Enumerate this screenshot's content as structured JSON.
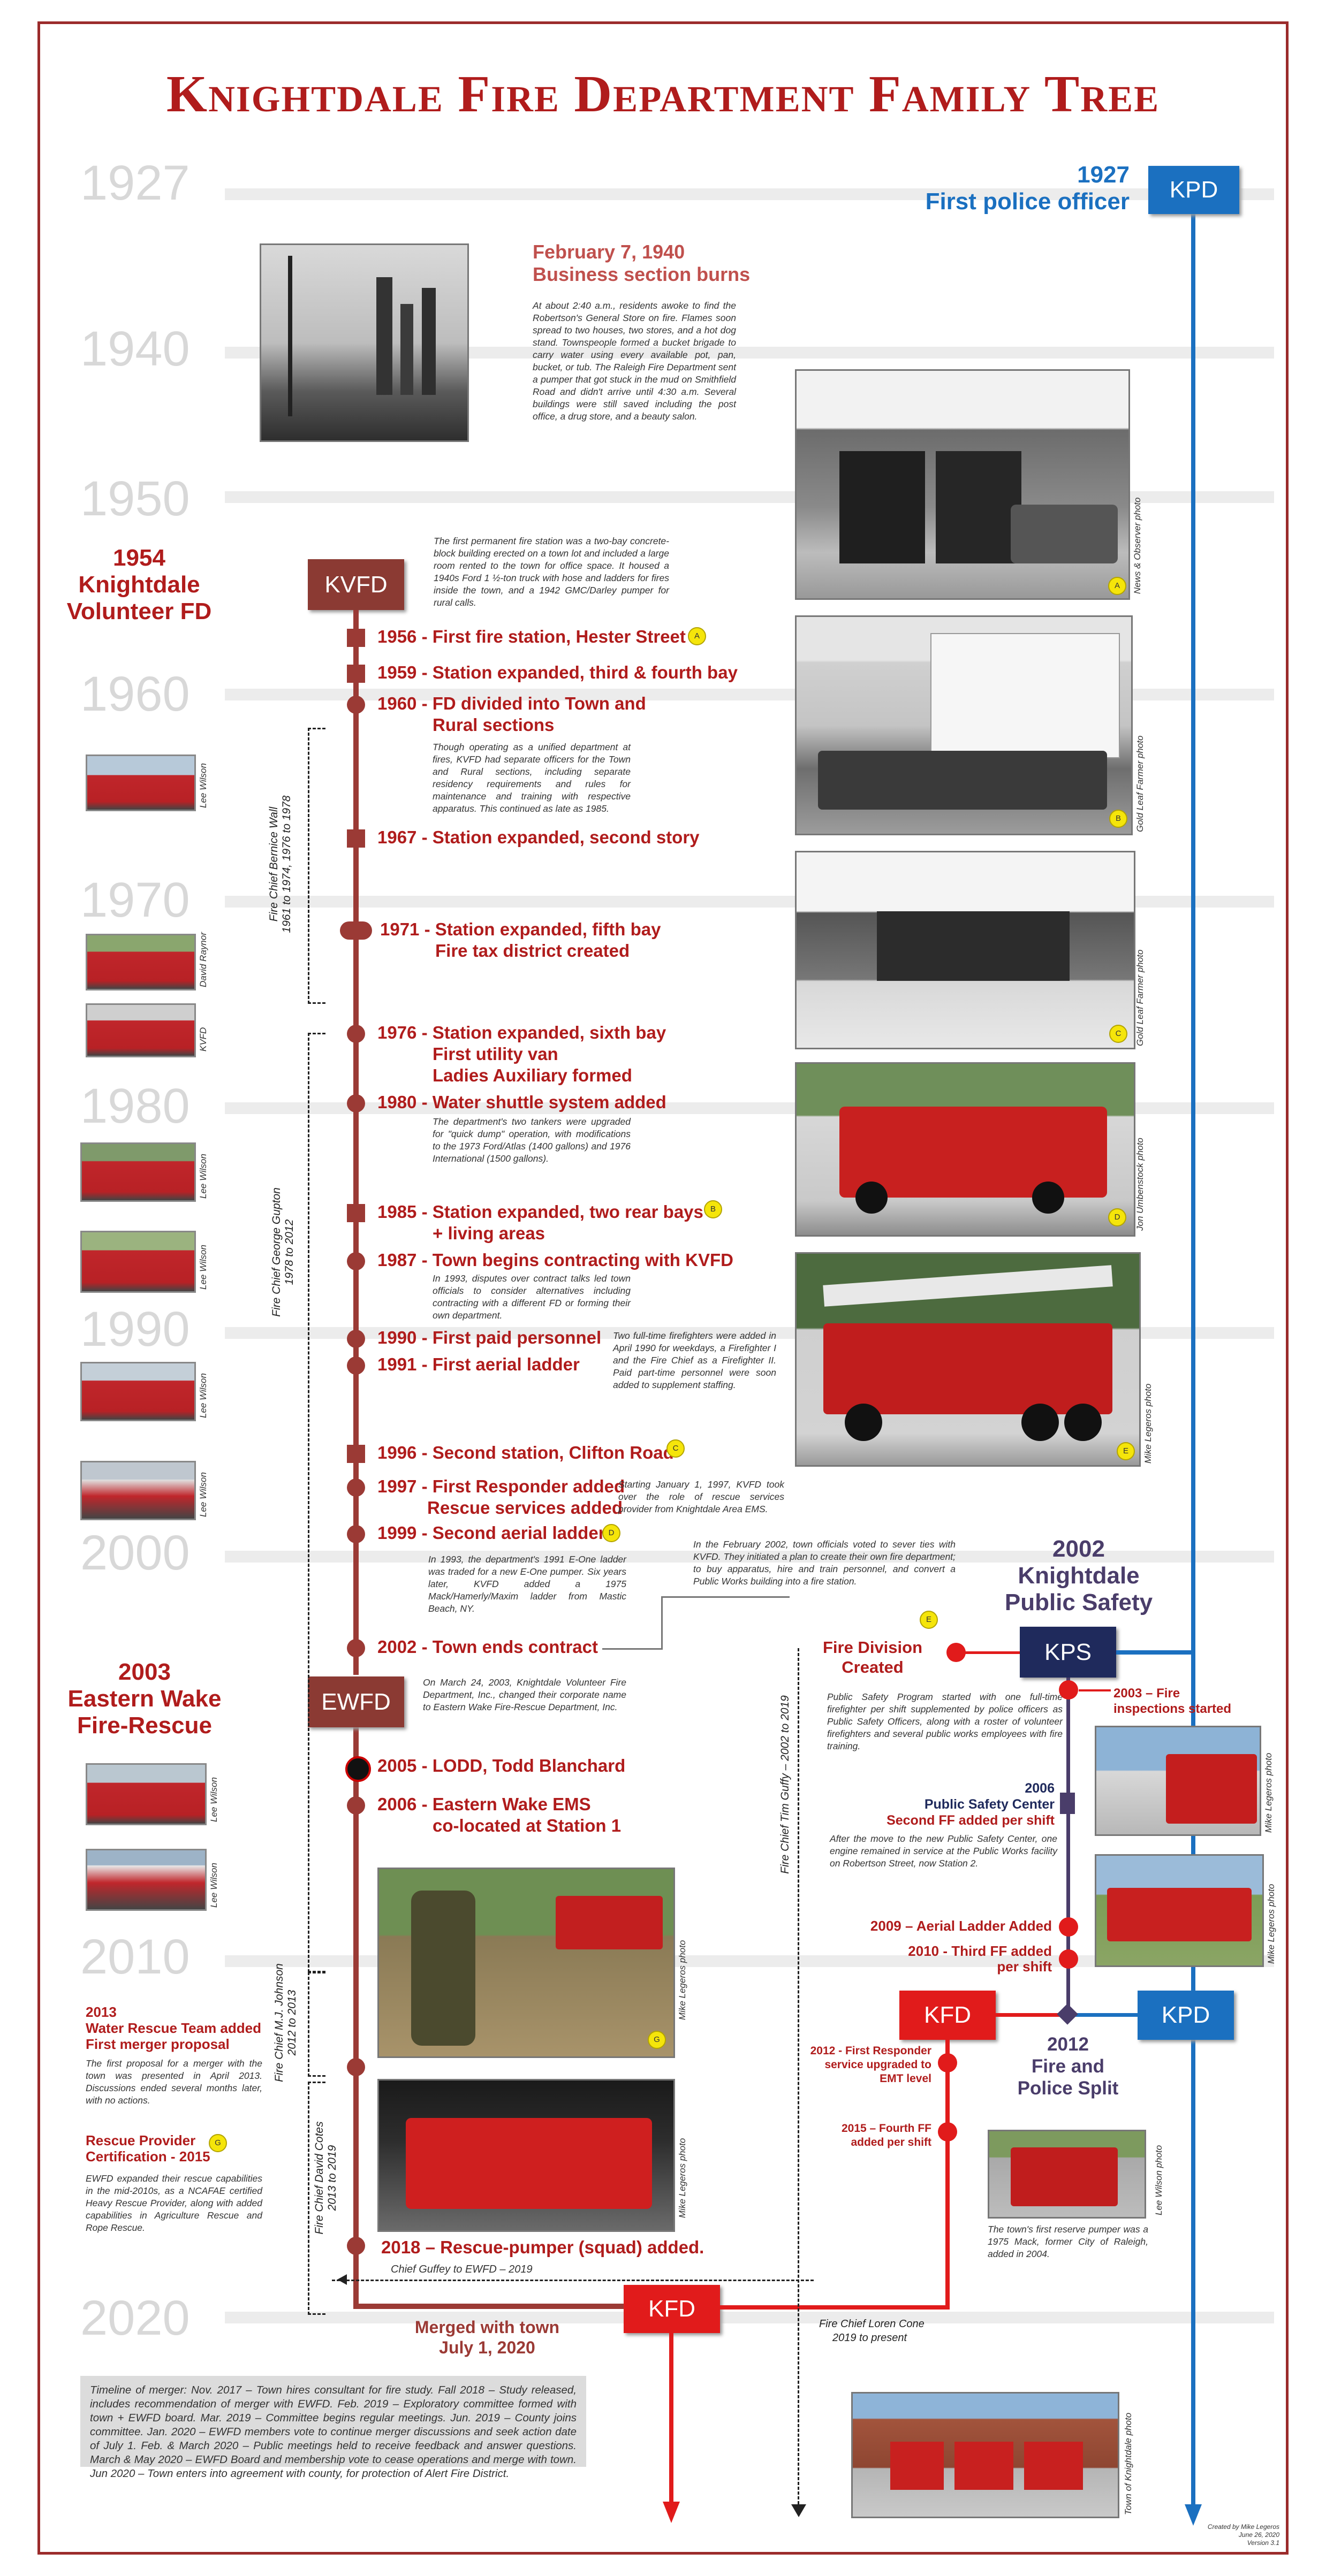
{
  "title": "Knightdale Fire Department Family Tree",
  "years": [
    "1927",
    "1940",
    "1950",
    "1960",
    "1970",
    "1980",
    "1990",
    "2000",
    "2010",
    "2020"
  ],
  "kpd_1927": {
    "box": "KPD",
    "year": "1927",
    "label": "First police officer"
  },
  "fire_1940": {
    "heading_date": "February 7, 1940",
    "heading": "Business section burns",
    "text": "At about 2:40 a.m., residents awoke to find the Robertson's General Store on fire. Flames soon spread to two houses, two stores, and a hot dog stand. Townspeople formed a bucket brigade to carry water using every available pot, pan, bucket, or tub. The Raleigh Fire Department sent a pumper that got stuck in the mud on Smithfield Road and didn't arrive until 4:30 a.m. Several buildings were still saved including the post office, a drug store, and a beauty salon."
  },
  "kvfd": {
    "year": "1954",
    "name": "Knightdale Volunteer FD",
    "box": "KVFD",
    "note": "The first permanent fire station was a two-bay concrete-block building erected on a town lot and included a large room rented to the town for office space. It housed a 1940s Ford 1 ½-ton truck with hose and ladders for fires inside the town, and a 1942 GMC/Darley pumper for rural calls."
  },
  "events": {
    "e1956": "1956 - First fire station, Hester Street",
    "e1959": "1959 - Station expanded, third & fourth bay",
    "e1960": "1960 - FD divided into Town and",
    "e1960b": "Rural sections",
    "n1960": "Though operating as a unified department at fires, KVFD had separate officers for the Town and Rural sections, including separate residency requirements and rules for maintenance and training with respective apparatus. This continued as late as 1985.",
    "e1967": "1967 - Station expanded, second story",
    "e1971": "1971 - Station expanded, fifth bay",
    "e1971b": "Fire tax district created",
    "e1976": "1976 - Station expanded, sixth bay",
    "e1976b": "First utility van",
    "e1976c": "Ladies Auxiliary formed",
    "e1980": "1980 - Water shuttle system added",
    "n1980": "The department's two tankers were upgraded for \"quick dump\" operation, with modifications to the 1973 Ford/Atlas (1400 gallons) and 1976 International (1500 gallons).",
    "e1985": "1985 - Station expanded, two rear bays",
    "e1985b": "+ living areas",
    "e1987": "1987 - Town begins contracting with KVFD",
    "n1987": "In 1993, disputes over contract talks led town officials to consider alternatives including contracting with a different FD or forming their own department.",
    "e1990": "1990 - First paid personnel",
    "n1990": "Two full-time firefighters were added in April 1990 for weekdays, a Firefighter I and the Fire Chief as a Firefighter II. Paid part-time personnel were soon added to supplement staffing.",
    "e1991": "1991 - First aerial ladder",
    "e1996": "1996 - Second station, Clifton Road",
    "e1997": "1997 - First Responder added",
    "e1997b": "Rescue services added",
    "n1997": "Starting January 1, 1997, KVFD took over the role of rescue services provider from Knightdale Area EMS.",
    "e1999": "1999 - Second aerial ladder",
    "n1999": "In 1993, the department's 1991 E-One ladder was traded for a new E-One pumper. Six years later, KVFD added a 1975 Mack/Hamerly/Maxim ladder from Mastic Beach, NY.",
    "n2002": "In the February 2002, town officials voted to sever ties with KVFD. They initiated a plan to create their own fire department; to buy apparatus, hire and train personnel, and convert a Public Works building into a fire station.",
    "e2002": "2002 - Town ends contract",
    "e2005": "2005 - LODD, Todd Blanchard",
    "e2006": "2006 - Eastern Wake EMS",
    "e2006b": "co-located at Station 1",
    "e2018": "2018 – Rescue-pumper (squad) added.",
    "guffey": "Chief Guffey to EWFD – 2019"
  },
  "ewfd": {
    "year": "2003",
    "name": "Eastern Wake Fire-Rescue",
    "box": "EWFD",
    "note": "On March 24, 2003, Knightdale Volunteer Fire Department, Inc., changed their corporate name to Eastern Wake Fire-Rescue Department, Inc."
  },
  "left_2013": {
    "h1": "2013",
    "h2": "Water Rescue Team added",
    "h3": "First merger proposal",
    "text": "The first proposal for a merger with the town was presented in April 2013. Discussions ended several months later, with no actions.",
    "h4": "Rescue Provider",
    "h5": "Certification - 2015",
    "text2": "EWFD expanded their rescue capabilities in the mid-2010s, as a NCAFAE certified Heavy Rescue Provider, along with added capabilities in Agriculture Rescue and Rope Rescue."
  },
  "kps": {
    "year": "2002",
    "name1": "Knightdale",
    "name2": "Public Safety",
    "box": "KPS",
    "fd1": "Fire Division",
    "fd2": "Created",
    "note": "Public Safety Program started with one full-time firefighter per shift supplemented by police officers as Public Safety Officers, along with a roster of volunteer firefighters and several public works employees with fire training.",
    "e2003a": "2003 – Fire",
    "e2003b": "inspections started",
    "e2006a": "2006",
    "e2006b": "Public Safety Center",
    "e2006c": "Second FF added per shift",
    "n2006": "After the move to the new Public Safety Center, one engine remained in service at the Public Works facility on Robertson Street, now Station 2.",
    "e2009": "2009 – Aerial Ladder Added",
    "e2010a": "2010 - Third FF added",
    "e2010b": "per shift",
    "kfd": "KFD",
    "kpd": "KPD",
    "split1": "2012",
    "split2": "Fire and",
    "split3": "Police Split",
    "e2012a": "2012 - First Responder",
    "e2012b": "service upgraded to",
    "e2012c": "EMT level",
    "e2015a": "2015 – Fourth FF",
    "e2015b": "added per shift",
    "n_reserve": "The town's first reserve pumper was a 1975 Mack, former City of Raleigh, added in 2004."
  },
  "merge": {
    "box": "KFD",
    "t1": "Merged with town",
    "t2": "July 1, 2020"
  },
  "timeline_note": "Timeline of merger: Nov. 2017 – Town hires consultant for fire study. Fall 2018 – Study released, includes recommendation of merger with EWFD. Feb. 2019 – Exploratory committee formed with town + EWFD board. Mar. 2019 – Committee begins regular meetings. Jun. 2019 – County joins committee. Jan. 2020 – EWFD members vote to continue merger discussions and seek action date of July 1. Feb. & March 2020 – Public meetings held to receive feedback and answer questions. March & May 2020 – EWFD Board and membership vote to cease operations and merge with town. Jun 2020 – Town enters into agreement with county, for protection of Alert Fire District.",
  "chiefs": {
    "wall": "Fire Chief Bernice Wall",
    "wall_years": "1961 to 1974, 1976 to 1978",
    "gupton": "Fire Chief George Gupton",
    "gupton_years": "1978 to 2012",
    "johnson": "Fire Chief M.J. Johnson",
    "johnson_years": "2012 to 2013",
    "cotes": "Fire Chief David Cotes",
    "cotes_years": "2013 to 2019",
    "guffy": "Fire Chief Tim Guffy – 2002 to 2019",
    "cone1": "Fire Chief Loren Cone",
    "cone2": "2019 to present"
  },
  "credits": {
    "news_observer": "News & Observer photo",
    "gold_leaf": "Gold Leaf Farmer photo",
    "jon": "Jon Umbenstock photo",
    "mike": "Mike Legeros photo",
    "lee": "Lee Wilson",
    "lee_photo": "Lee Wilson photo",
    "david": "David Raynor",
    "kvfd": "KVFD",
    "town": "Town of Knightdale photo"
  },
  "badges": {
    "a": "A",
    "b": "B",
    "c": "C",
    "d": "D",
    "e": "E",
    "g": "G"
  },
  "footer": {
    "l1": "Created by Mike Legeros",
    "l2": "June 26, 2020",
    "l3": "Version 3.1"
  },
  "colors": {
    "fire": "#b01c1c",
    "trunk": "#9b3a35",
    "kps": "#1f2a5c",
    "kpd": "#1b70c0",
    "kfd": "#e11b1b",
    "grey": "#d8d8d8"
  }
}
